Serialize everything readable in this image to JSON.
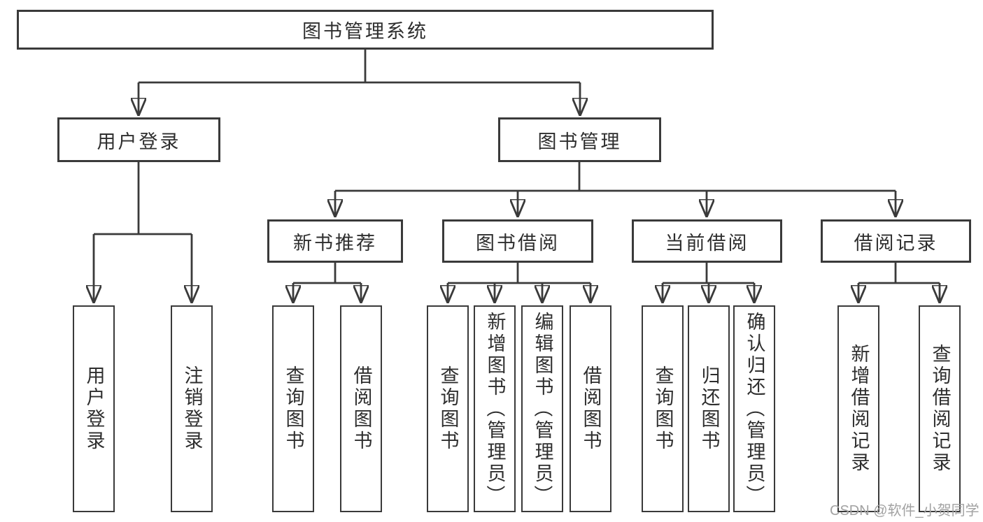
{
  "diagram": {
    "root": {
      "label": "图书管理系统"
    },
    "level2": [
      {
        "label": "用户登录"
      },
      {
        "label": "图书管理"
      }
    ],
    "level3": [
      {
        "label": "新书推荐"
      },
      {
        "label": "图书借阅"
      },
      {
        "label": "当前借阅"
      },
      {
        "label": "借阅记录"
      }
    ],
    "groups": [
      {
        "parent": "用户登录",
        "children": [
          {
            "label": "用户登录"
          },
          {
            "label": "注销登录"
          }
        ]
      },
      {
        "parent": "新书推荐",
        "children": [
          {
            "label": "查询图书"
          },
          {
            "label": "借阅图书"
          }
        ]
      },
      {
        "parent": "图书借阅",
        "children": [
          {
            "label": "查询图书"
          },
          {
            "label": "新增图书（管理员）"
          },
          {
            "label": "编辑图书（管理员）"
          },
          {
            "label": "借阅图书"
          }
        ]
      },
      {
        "parent": "当前借阅",
        "children": [
          {
            "label": "查询图书"
          },
          {
            "label": "归还图书"
          },
          {
            "label": "确认归还（管理员）"
          }
        ]
      },
      {
        "parent": "借阅记录",
        "children": [
          {
            "label": "新增借阅记录"
          },
          {
            "label": "查询借阅记录"
          }
        ]
      }
    ]
  },
  "watermark": {
    "text": "CSDN @软件_小贺同学"
  },
  "colors": {
    "line": "#3a3a3a",
    "text": "#2e2e2e",
    "watermark": "#a2a2a2",
    "background": "#ffffff"
  }
}
